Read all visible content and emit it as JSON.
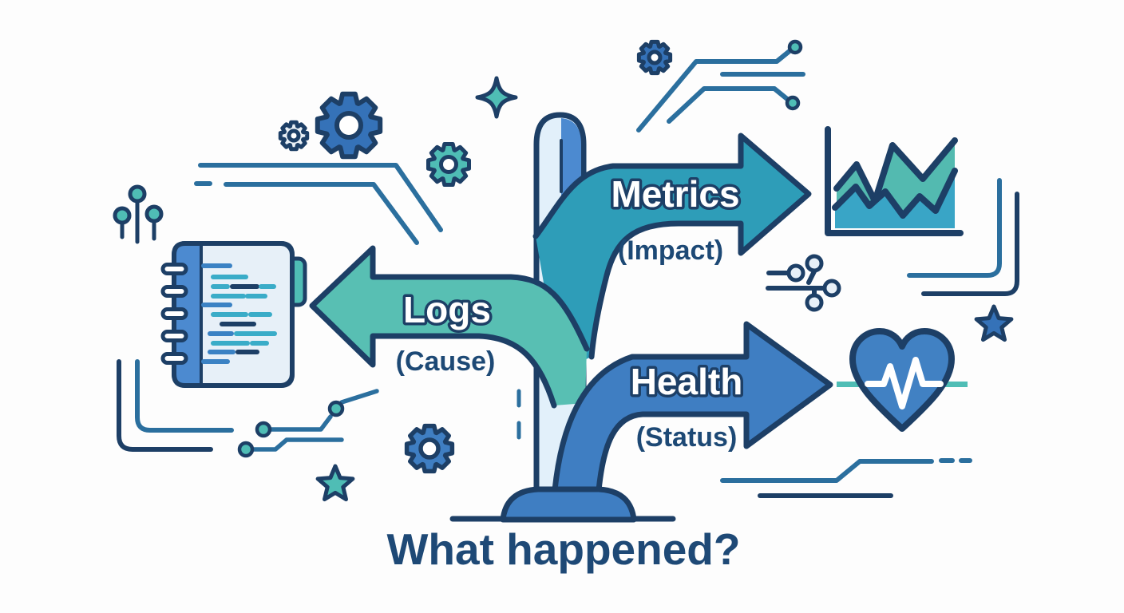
{
  "scene": {
    "question": "What happened?",
    "signs": [
      {
        "id": "metrics",
        "label": "Metrics",
        "sublabel": "(Impact)",
        "direction": "right",
        "icon": "area-chart-icon"
      },
      {
        "id": "logs",
        "label": "Logs",
        "sublabel": "(Cause)",
        "direction": "left",
        "icon": "notebook-icon"
      },
      {
        "id": "health",
        "label": "Health",
        "sublabel": "(Status)",
        "direction": "right",
        "icon": "heartbeat-icon"
      }
    ],
    "decorative_icons": [
      "gear-icon",
      "sparkle-icon",
      "star-icon",
      "pin-nodes-icon",
      "circuit-trace-icon",
      "branch-nodes-icon",
      "bracket-lines",
      "ground-line",
      "signpost"
    ]
  },
  "colors": {
    "navy": "#1d3f66",
    "metrics": "#2e9db8",
    "logs": "#58bfb3",
    "health": "#3f7ec2",
    "pole-light": "#e2f0fa",
    "pole-blue": "#4c8ad0",
    "base": "#3f7ec2",
    "heart": "#4181c3",
    "teal-accent": "#4fbdb5",
    "gear-blue": "#3572b8",
    "gear-light": "#e8eff5",
    "chart-green": "#53bab0",
    "chart-blue": "#39a5c6",
    "page": "#e7f0f8",
    "line-blue": "#2b6f9e",
    "code-blue": "#3b82c4",
    "code-teal": "#3aacc8",
    "sub-navy": "#1d4975",
    "question": "#1e4976"
  }
}
